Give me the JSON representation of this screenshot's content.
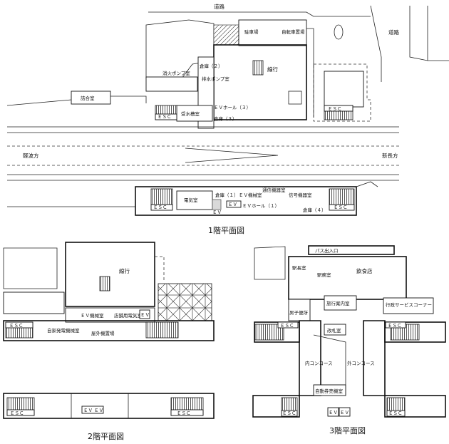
{
  "floor1": {
    "caption": "1階平面図",
    "labels": {
      "road": "道路",
      "road_right": "道路",
      "bicycle_parking": "駐車場",
      "bicycle_parking2": "自転車置場",
      "concourse": "線行",
      "fire_pump": "消火ポンプ室",
      "water_tank": "受水槽室",
      "drain_pump": "排水ポンプ室",
      "waiting": "詰合室",
      "to_station_a": "軽波方",
      "to_station_b": "新長方",
      "electric_room": "電気室",
      "storage_1": "倉庫（１）",
      "ev_machine": "ＥＶ機械室",
      "storage_2": "倉庫（２）",
      "storage_3": "倉庫（３）",
      "ev_hall_3": "ＥＶホール（３）",
      "ev_hall_1": "ＥＶホール（１）",
      "comm_room": "通信機器室",
      "signal_room": "信号機器室",
      "storage_4": "倉庫（４）",
      "esc_1": "ＥＳＣ",
      "esc_2": "ＥＳＣ",
      "esc_3": "ＥＳＣ",
      "esc_4": "ＥＳＣ",
      "ev_1": "ＥＶ",
      "ev_2": "ＥＶ"
    }
  },
  "floor2": {
    "caption": "2階平面図",
    "labels": {
      "concourse": "線行",
      "ev_machine": "ＥＶ機械室",
      "shop_facility": "店舗用電気室",
      "ev": "ＥＶ",
      "outdoor_unit": "屋外機置場",
      "private_generator": "自家発電機械室",
      "esc_a": "ＥＳＣ",
      "esc_b": "ＥＳＣ",
      "esc_c": "ＥＳＣ",
      "ev_bottom": "ＥＶ ＥＶ"
    }
  },
  "floor3": {
    "caption": "3階平面図",
    "labels": {
      "shop_row": "パス出入口",
      "station_office": "駅長室",
      "staff_room": "駅務室",
      "restaurant": "飲食店",
      "admin_service": "行政サービスコーナー",
      "ticket_office": "旅行案内室",
      "ticket_gate": "改札室",
      "toilets": "男子便所",
      "concourse_in": "内コンコース",
      "concourse_out": "外コンコース",
      "ticket_vending": "自動券売機室",
      "esc_a": "ＥＳＣ",
      "esc_b": "ＥＳＣ",
      "esc_c": "ＥＳＣ",
      "esc_d": "ＥＳＣ",
      "ev": "ＥＶ",
      "ev2": "ＥＶ"
    }
  }
}
